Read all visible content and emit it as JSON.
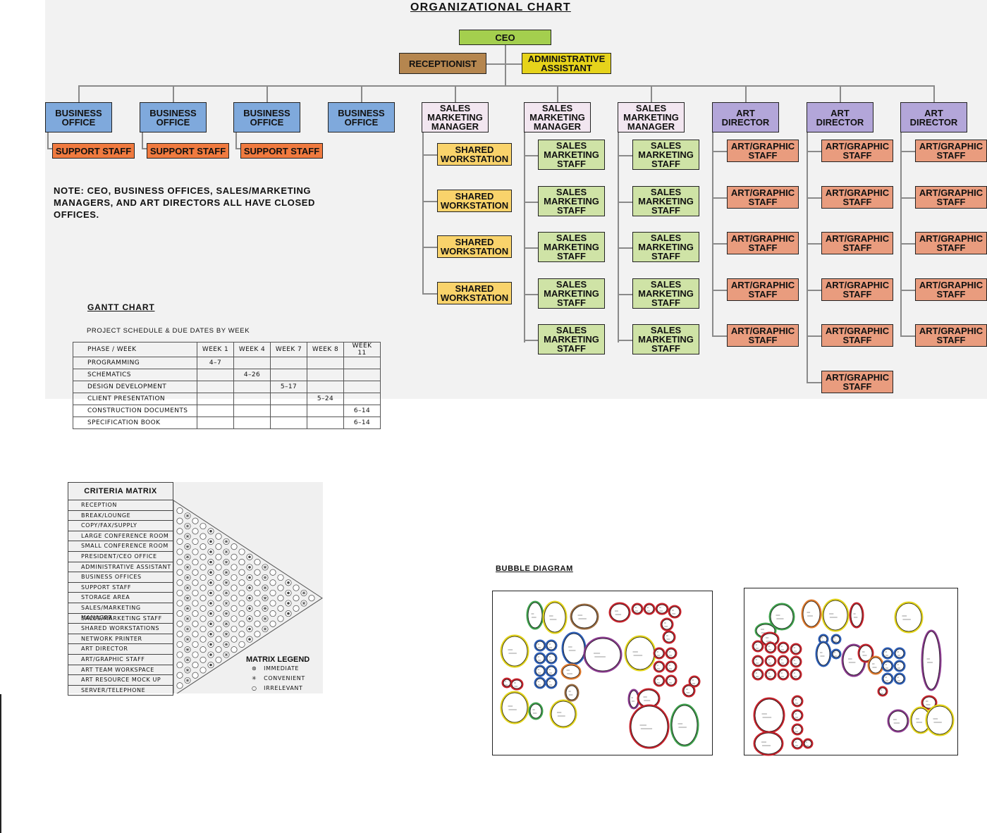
{
  "org": {
    "title": "ORGANIZATIONAL  CHART",
    "ceo": "CEO",
    "receptionist": "RECEPTIONIST",
    "admin": "ADMINISTRATIVE\nASSISTANT",
    "business_office": "BUSINESS\nOFFICE",
    "support_staff": "SUPPORT  STAFF",
    "sales_manager": "SALES\nMARKETING\nMANAGER",
    "shared_workstation": "SHARED\nWORKSTATION",
    "sales_staff": "SALES\nMARKETING\nSTAFF",
    "art_director": "ART\nDIRECTOR",
    "art_staff": "ART/GRAPHIC\nSTAFF",
    "note": "NOTE:  CEO,  BUSINESS  OFFICES,  SALES/MARKETING  MANAGERS,  AND  ART  DIRECTORS  ALL  HAVE  CLOSED  OFFICES.",
    "colors": {
      "ceo": "#a4cf4e",
      "receptionist": "#b5864f",
      "admin": "#e6d31b",
      "business": "#7fa9dc",
      "support": "#f07a3f",
      "sales_manager": "#f2e6f0",
      "shared": "#f9d36b",
      "sales_staff": "#cfe3a6",
      "art_director": "#b3a6d9",
      "art_staff": "#e99c7e"
    }
  },
  "gantt": {
    "title": "GANTT  CHART",
    "subtitle": "PROJECT  SCHEDULE  &  DUE  DATES  BY  WEEK",
    "header": [
      "PHASE  /  WEEK",
      "WEEK  1",
      "WEEK  4",
      "WEEK  7",
      "WEEK  8",
      "WEEK  11"
    ],
    "rows": [
      [
        "PROGRAMMING",
        "4–7",
        "",
        "",
        "",
        ""
      ],
      [
        "SCHEMATICS",
        "",
        "4–26",
        "",
        "",
        ""
      ],
      [
        "DESIGN  DEVELOPMENT",
        "",
        "",
        "5–17",
        "",
        ""
      ],
      [
        "CLIENT  PRESENTATION",
        "",
        "",
        "",
        "5–24",
        ""
      ],
      [
        "CONSTRUCTION  DOCUMENTS",
        "",
        "",
        "",
        "",
        "6–14"
      ],
      [
        "SPECIFICATION  BOOK",
        "",
        "",
        "",
        "",
        "6–14"
      ]
    ]
  },
  "criteria": {
    "title": "CRITERIA MATRIX",
    "items": [
      "RECEPTION",
      "BREAK/LOUNGE",
      "COPY/FAX/SUPPLY",
      "LARGE  CONFERENCE  ROOM",
      "SMALL  CONFERENCE  ROOM",
      "PRESIDENT/CEO  OFFICE",
      "ADMINISTRATIVE  ASSISTANT",
      "BUSINESS  OFFICES",
      "SUPPORT  STAFF",
      "STORAGE  AREA",
      "SALES/MARKETING  MANAGER",
      "SALES/MARKETING  STAFF",
      "SHARED  WORKSTATIONS",
      "NETWORK  PRINTER",
      "ART  DIRECTOR",
      "ART/GRAPHIC  STAFF",
      "ART  TEAM  WORKSPACE",
      "ART  RESOURCE  MOCK  UP",
      "SERVER/TELEPHONE"
    ],
    "legend_title": "MATRIX LEGEND",
    "legend": [
      {
        "symbol": "⊛",
        "label": "IMMEDIATE"
      },
      {
        "symbol": "✳",
        "label": "CONVENIENT"
      },
      {
        "symbol": "○",
        "label": "IRRELEVANT"
      }
    ]
  },
  "bubble": {
    "title": "BUBBLE  DIAGRAM"
  }
}
